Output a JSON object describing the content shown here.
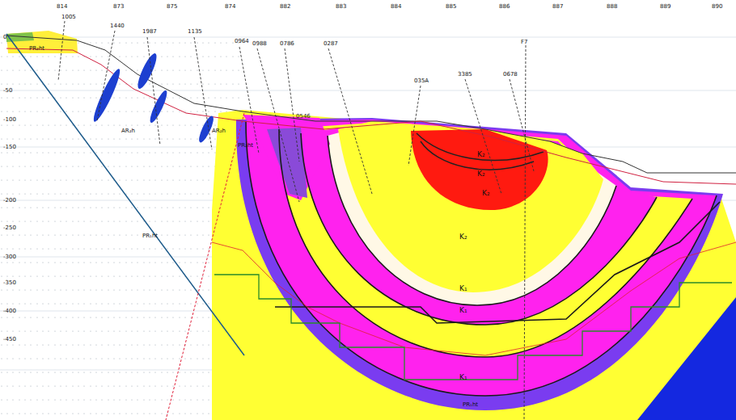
{
  "diagram": {
    "labels": [
      "814",
      "873",
      "875",
      "874",
      "882",
      "883",
      "884",
      "885",
      "886",
      "887",
      "888",
      "889",
      "890",
      "0",
      "-50",
      "-100",
      "-150",
      "-200",
      "-250",
      "-300",
      "-350",
      "-400",
      "-450",
      "1005",
      "1440",
      "1987",
      "1135",
      "0964",
      "0988",
      "0786",
      "0287",
      "0546",
      "035A",
      "3385",
      "0678",
      "F7",
      "PR₂ht",
      "AR₂h",
      "AR₂h",
      "PR₂ht",
      "PR₁ht",
      "K₂",
      "K₂",
      "K₂",
      "K₂",
      "K₁",
      "K₁",
      "K₁",
      "PR₁ht"
    ]
  }
}
